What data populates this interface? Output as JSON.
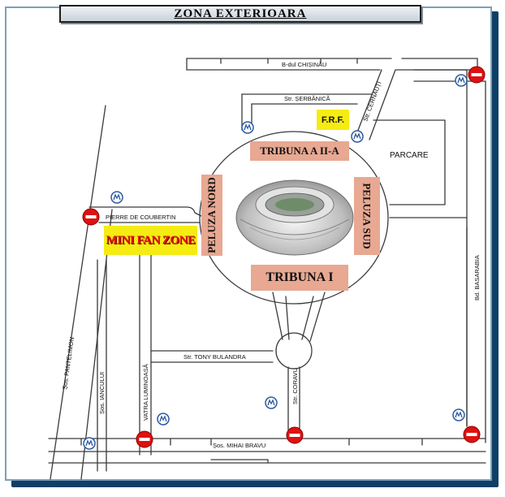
{
  "title": "ZONA EXTERIOARA",
  "venue": {
    "tribuna_2": "TRIBUNA A II-A",
    "tribuna_1": "TRIBUNA I",
    "peluza_nord": "PELUZA NORD",
    "peluza_sud": "PELUZA SUD"
  },
  "places": {
    "frf": "F.R.F.",
    "mini_fan_zone": "MINI FAN ZONE",
    "parcare": "PARCARE"
  },
  "streets": {
    "chisinau": "B-dul CHIȘINĂU",
    "serbanica": "Str. ȘERBĂNICĂ",
    "cernauti": "Str. CERNAUȚI",
    "pierre": "PIERRE DE COUBERTIN",
    "pantelimon": "Șos. PANTELIMON",
    "iancului": "Șos. IANCULUI",
    "vatra": "VATRA LUMINOASĂ",
    "bulandra": "Str. TONY BULANDRA",
    "coravu": "Str. CORAVU",
    "mihai": "Șos. MIHAI BRAVU",
    "basarabia": "Bd. BASARABIA"
  },
  "icons": [
    "no-entry-sign-icon",
    "metro-station-icon"
  ],
  "colors": {
    "road": "#3a3a3a",
    "venue_label": "#e8a892",
    "highlight": "#f5ec14",
    "no_entry": "#e01010",
    "metro": "#2c5aa0",
    "frame": "#0e3f66"
  }
}
